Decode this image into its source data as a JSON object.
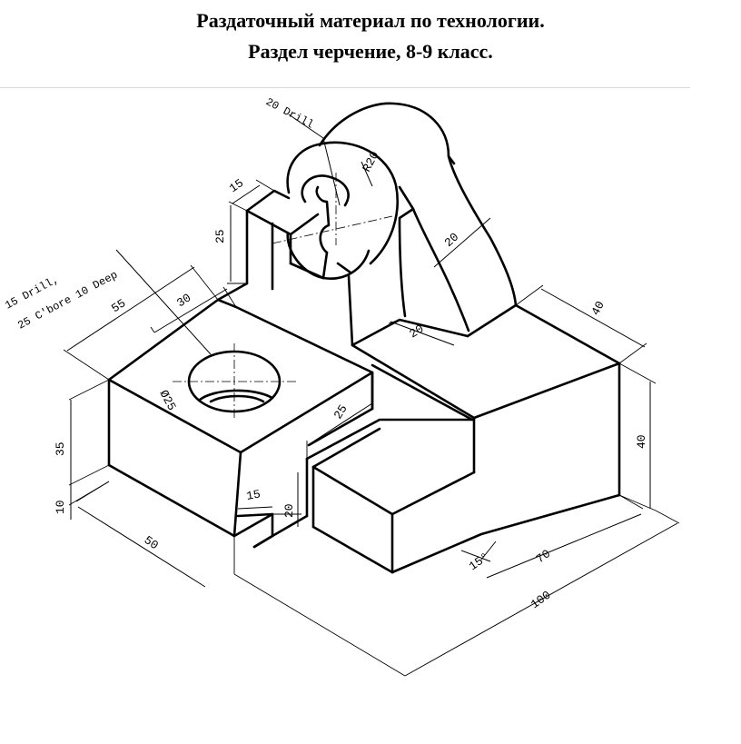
{
  "header": {
    "line1": "Раздаточный материал по технологии.",
    "line2": "Раздел черчение, 8-9 класс."
  },
  "notes": {
    "drill_20": "20 Drill",
    "drill_15_line1": "15 Drill,",
    "drill_15_line2": "25 C'bore 10 Deep"
  },
  "dimensions": {
    "r20": "R20",
    "arc_width": "20",
    "slot_20": "20",
    "top_15": "15",
    "height_25": "25",
    "depth_30": "30",
    "depth_55": "55",
    "right_40_top": "40",
    "right_40_side": "40",
    "hole_25": "Ø25",
    "step_25": "25",
    "height_35": "35",
    "height_10": "10",
    "notch_15": "15",
    "notch_20": "20",
    "width_50": "50",
    "angle_15": "15°",
    "len_70": "70",
    "len_100": "100"
  }
}
